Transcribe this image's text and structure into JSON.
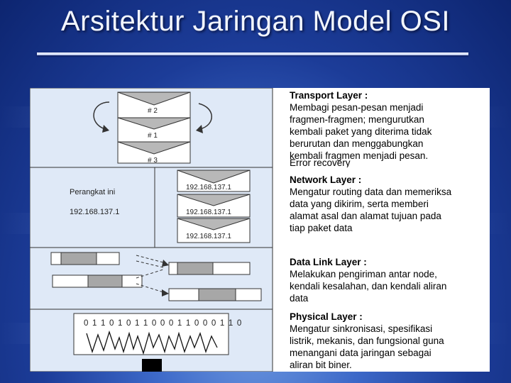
{
  "slide": {
    "title": "Arsitektur Jaringan Model OSI"
  },
  "diagram": {
    "transport_segments": [
      "# 2",
      "# 1",
      "# 3"
    ],
    "device_label": "Perangkat ini",
    "device_ip": "192.168.137.1",
    "packet_ips": [
      "192.168.137.1",
      "192.168.137.1",
      "192.168.137.1"
    ],
    "bit_stream": "0 1 1 0 1 0 1 1 0 0 0 1 1 0 0 0 1 1 0"
  },
  "layers": {
    "transport": {
      "title": "Transport Layer :",
      "lines": [
        "Membagi pesan-pesan menjadi",
        "fragmen-fragmen; mengurutkan",
        "kembali paket yang diterima tidak",
        "berurutan dan menggabungkan",
        "kembali fragmen menjadi pesan.",
        "Error recovery"
      ]
    },
    "network": {
      "title": "Network Layer :",
      "lines": [
        "Mengatur routing data dan memeriksa",
        "data yang dikirim, serta memberi",
        "alamat asal dan alamat tujuan pada",
        "tiap paket data"
      ]
    },
    "datalink": {
      "title": "Data Link Layer :",
      "lines": [
        "Melakukan pengiriman antar node,",
        "kendali kesalahan, dan kendali aliran",
        "data"
      ]
    },
    "physical": {
      "title": "Physical  Layer :",
      "lines": [
        "Mengatur sinkronisasi, spesifikasi",
        "listrik, mekanis, dan fungsional guna",
        "menangani data jaringan sebagai",
        "aliran bit biner."
      ]
    }
  }
}
